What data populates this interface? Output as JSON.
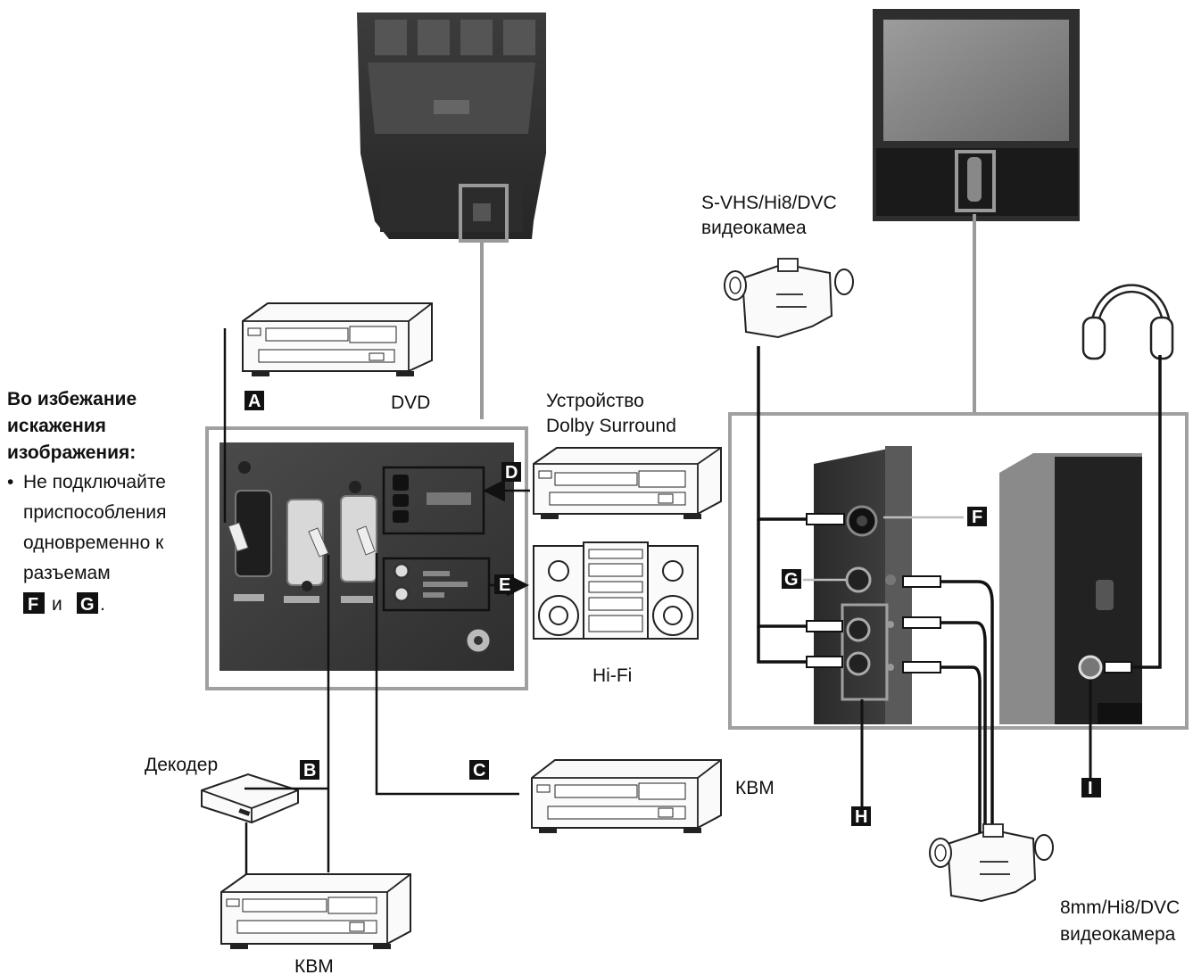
{
  "warning": {
    "title_lines": [
      "Во избежание",
      "искажения",
      "изображения:"
    ],
    "body_lines": [
      "Не подключайте",
      "приспособления",
      "одновременно к",
      "разъемам"
    ],
    "connector": "и",
    "badge_f": "F",
    "badge_g": "G",
    "bullet": "•",
    "end_dot": "."
  },
  "badges": {
    "a": "A",
    "b": "B",
    "c": "C",
    "d": "D",
    "e": "E",
    "f": "F",
    "g": "G",
    "h": "H",
    "i": "I"
  },
  "devices": {
    "dvd": "DVD",
    "dolby_line1": "Устройство",
    "dolby_line2": "Dolby Surround",
    "hifi": "Hi-Fi",
    "vcr_c": "КВМ",
    "vcr_b": "КВМ",
    "decoder": "Декодер",
    "camera_top_line1": "S-VHS/Hi8/DVC",
    "camera_top_line2": "видеокамеа",
    "camera_bottom_line1": "8mm/Hi8/DVC",
    "camera_bottom_line2": "видеокамера"
  },
  "icons": {
    "headphones": "headphones-icon",
    "camera": "camcorder-icon",
    "tv": "projection-tv-icon"
  },
  "colors": {
    "badge": "#111111",
    "frame": "#a0a0a0",
    "panel": "#3a3a3a"
  }
}
